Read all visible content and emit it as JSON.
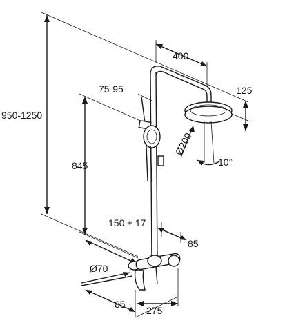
{
  "dimensions": {
    "total_height": "950-1250",
    "slider_height": "845",
    "arm_length": "400",
    "head_drop": "125",
    "head_diameter": "Ø200",
    "tilt_angle": "10°",
    "holder_range": "75-95",
    "connection_spacing": "150 ± 17",
    "mixer_depth_right": "85",
    "escutcheon_diameter": "Ø70",
    "wall_offset": "85",
    "mixer_depth": "275"
  }
}
